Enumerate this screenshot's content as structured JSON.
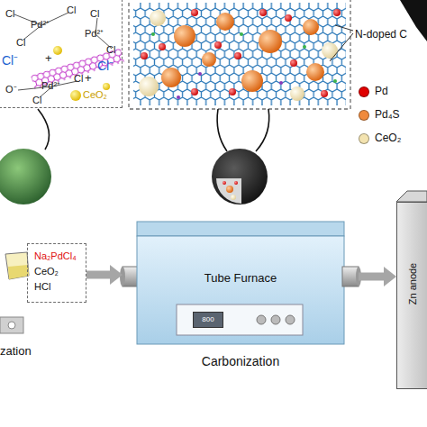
{
  "diagram": {
    "nodes": [
      {
        "text": [
          "Cl",
          "Pd²⁺",
          "Cl",
          "Cl",
          "Cl⁻",
          "+",
          "Cl",
          "Pd²⁺",
          "Cl",
          "Cl⁻",
          "+",
          "O⁻",
          "Pd²⁺",
          "Cl",
          "Cl",
          "CeO₂"
        ]
      },
      {
        "text": [
          "Na₂PdCl₄",
          "CeO₂",
          "HCl"
        ]
      },
      {
        "text": [
          "Tube Furnace",
          "Carbonization"
        ]
      },
      {
        "text": [
          "800"
        ],
        "in": 2
      },
      {
        "text": [
          "Zn anode"
        ]
      }
    ],
    "edges": [
      {
        "from": 1,
        "to": 2,
        "arrow": "to"
      },
      {
        "from": 2,
        "to": 4,
        "arrow": "to"
      }
    ],
    "labels": [
      "N-doped C",
      "zation"
    ],
    "legend": [
      {
        "text": "Pd",
        "color": "#e00000"
      },
      {
        "text": "Pd₄S",
        "color": "#f08a3c"
      },
      {
        "text": "CeO₂",
        "color": "#f3e3b0"
      }
    ]
  }
}
